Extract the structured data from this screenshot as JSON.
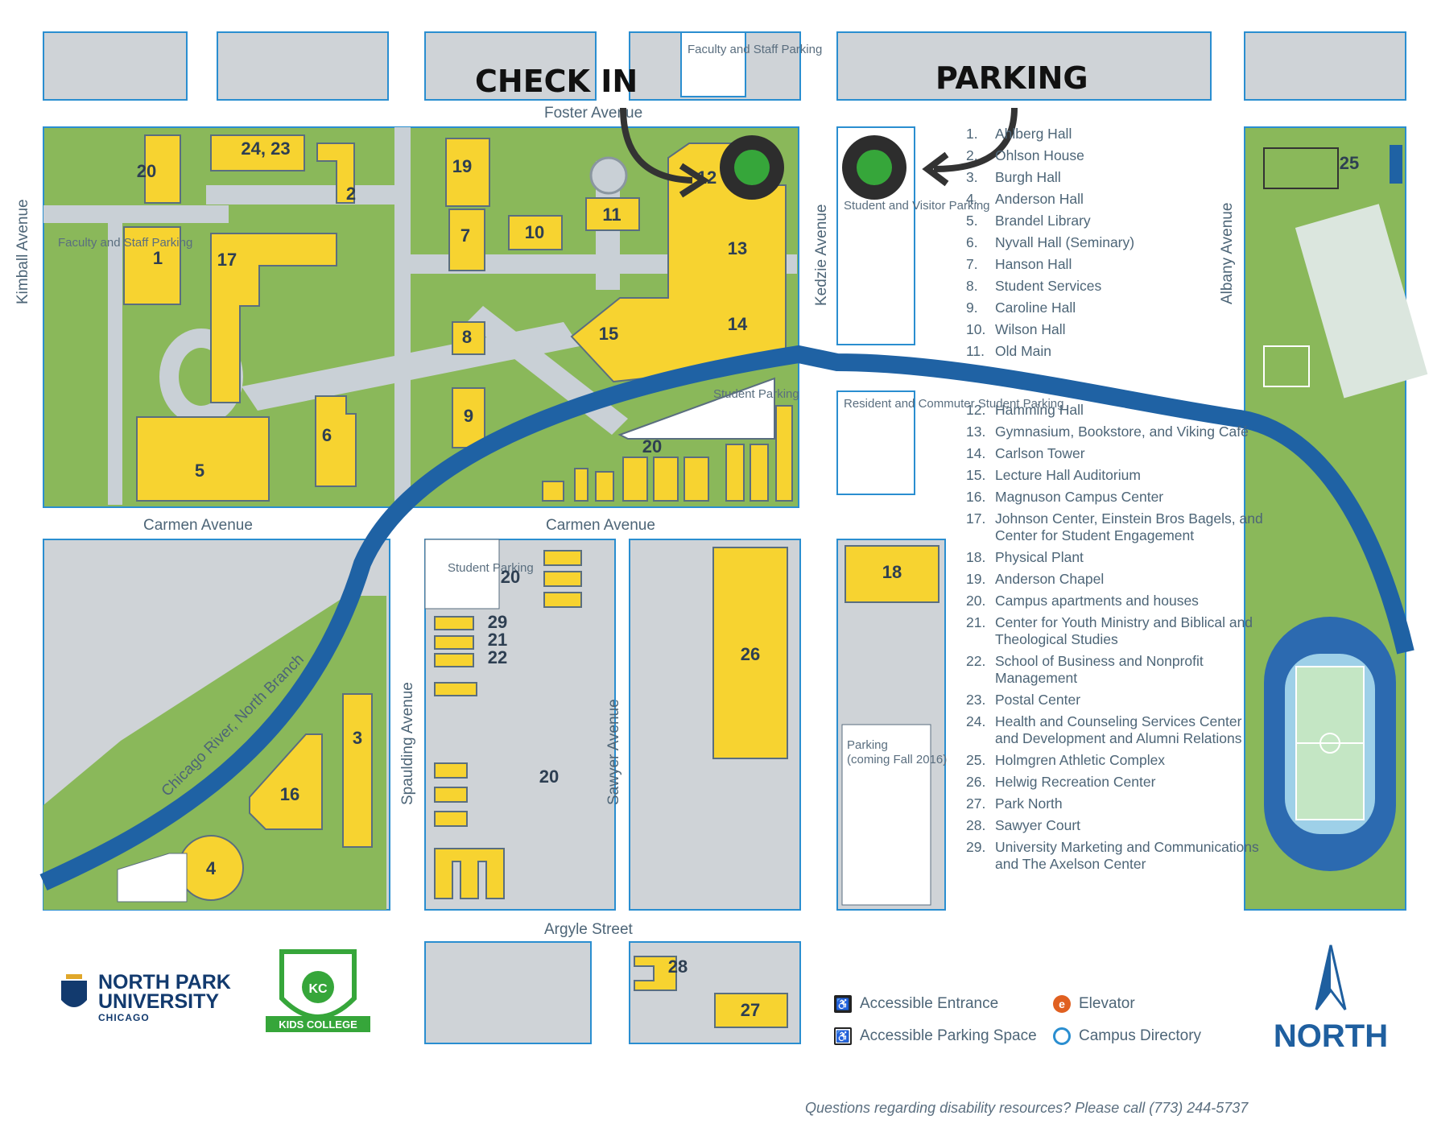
{
  "overlay": {
    "check_in": "CHECK IN",
    "parking": "PARKING"
  },
  "streets": {
    "foster": "Foster Avenue",
    "carmen_left": "Carmen Avenue",
    "carmen_mid": "Carmen Avenue",
    "argyle": "Argyle Street",
    "kimball": "Kimball Avenue",
    "kedzie": "Kedzie Avenue",
    "albany": "Albany Avenue",
    "spaulding": "Spaulding Avenue",
    "sawyer": "Sawyer Avenue",
    "river": "Chicago River, North Branch"
  },
  "lots": {
    "faculty_top": "Faculty and Staff Parking",
    "faculty_left": "Faculty and Staff Parking",
    "student_visitor": "Student and Visitor Parking",
    "student_parking_1": "Student Parking",
    "student_parking_2": "Student Parking",
    "resident": "Resident and Commuter Student Parking",
    "coming_parking": "Parking",
    "coming_note": "(coming Fall 2016)"
  },
  "buildings": {
    "b20a": "20",
    "b2423": "24, 23",
    "b2": "2",
    "b19": "19",
    "b1": "1",
    "b17": "17",
    "b7": "7",
    "b10": "10",
    "b11": "11",
    "b12": "12",
    "b13": "13",
    "b14": "14",
    "b15": "15",
    "b8": "8",
    "b9": "9",
    "b6": "6",
    "b5": "5",
    "b20b": "20",
    "b18": "18",
    "b26": "26",
    "b20c": "20",
    "b29": "29",
    "b21": "21",
    "b22": "22",
    "b20d": "20",
    "b3": "3",
    "b16": "16",
    "b4": "4",
    "b28": "28",
    "b27": "27",
    "b25": "25"
  },
  "legend": [
    {
      "n": "1.",
      "name": "Ahlberg Hall"
    },
    {
      "n": "2.",
      "name": "Ohlson House"
    },
    {
      "n": "3.",
      "name": "Burgh Hall"
    },
    {
      "n": "4.",
      "name": "Anderson Hall"
    },
    {
      "n": "5.",
      "name": "Brandel Library"
    },
    {
      "n": "6.",
      "name": "Nyvall Hall (Seminary)"
    },
    {
      "n": "7.",
      "name": "Hanson Hall"
    },
    {
      "n": "8.",
      "name": "Student Services"
    },
    {
      "n": "9.",
      "name": "Caroline Hall"
    },
    {
      "n": "10.",
      "name": "Wilson Hall"
    },
    {
      "n": "11.",
      "name": "Old Main"
    },
    {
      "n": "12.",
      "name": "Hamming Hall"
    },
    {
      "n": "13.",
      "name": "Gymnasium, Bookstore, and Viking Café"
    },
    {
      "n": "14.",
      "name": "Carlson Tower"
    },
    {
      "n": "15.",
      "name": "Lecture Hall Auditorium"
    },
    {
      "n": "16.",
      "name": "Magnuson Campus Center"
    },
    {
      "n": "17.",
      "name": "Johnson Center, Einstein Bros Bagels, and Center for Student Engagement"
    },
    {
      "n": "18.",
      "name": "Physical Plant"
    },
    {
      "n": "19.",
      "name": "Anderson Chapel"
    },
    {
      "n": "20.",
      "name": "Campus apartments and houses"
    },
    {
      "n": "21.",
      "name": "Center for Youth Ministry and Biblical and Theological Studies"
    },
    {
      "n": "22.",
      "name": "School of Business and Nonprofit Management"
    },
    {
      "n": "23.",
      "name": "Postal Center"
    },
    {
      "n": "24.",
      "name": "Health and Counseling Services Center and Development and Alumni Relations"
    },
    {
      "n": "25.",
      "name": "Holmgren Athletic Complex"
    },
    {
      "n": "26.",
      "name": "Helwig Recreation Center"
    },
    {
      "n": "27.",
      "name": "Park North"
    },
    {
      "n": "28.",
      "name": "Sawyer Court"
    },
    {
      "n": "29.",
      "name": "University Marketing and Communications and The Axelson Center"
    }
  ],
  "key": {
    "accessible_entrance": "Accessible Entrance",
    "accessible_parking": "Accessible Parking Space",
    "elevator": "Elevator",
    "directory": "Campus Directory"
  },
  "north": "NORTH",
  "footer": "Questions regarding disability resources? Please call (773) 244-5737",
  "logos": {
    "npu_line1": "NORTH PARK",
    "npu_line1b": "UNIVERSITY",
    "npu_line2": "CHICAGO",
    "kc_text": "KIDS COLLEGE",
    "kc_initial": "KC"
  },
  "colors": {
    "building": "#f7d330",
    "green": "#8ab85a",
    "path": "#c9d0d6",
    "river": "#1f62a4",
    "block": "#cfd3d7"
  }
}
